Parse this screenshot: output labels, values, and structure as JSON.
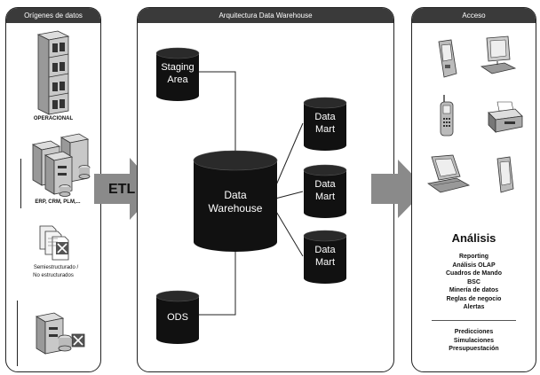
{
  "sources": {
    "title": "Orígenes de datos",
    "operacional": "OPERACIONAL",
    "erp": "ERP, CRM, PLM,...",
    "semi": "Semiestructurado  /",
    "no_struct": "No estructurados"
  },
  "etl": "ETL",
  "dw": {
    "title": "Arquitectura Data Warehouse",
    "staging_1": "Staging",
    "staging_2": "Area",
    "warehouse_1": "Data",
    "warehouse_2": "Warehouse",
    "ods": "ODS",
    "marts": [
      {
        "l1": "Data",
        "l2": "Mart"
      },
      {
        "l1": "Data",
        "l2": "Mart"
      },
      {
        "l1": "Data",
        "l2": "Mart"
      }
    ]
  },
  "access": {
    "title": "Acceso",
    "analysis_title": "Análisis",
    "analysis_items": [
      "Reporting",
      "Análisis OLAP",
      "Cuadros de Mando",
      "BSC",
      "Minería de datos",
      "Reglas de negocio",
      "Alertas"
    ],
    "predict_items": [
      "Predicciones",
      "Simulaciones",
      "Presupuestación"
    ]
  },
  "icons": [
    "server-rack-icon",
    "server-cluster-icon",
    "documents-icon",
    "server-database-icon",
    "pda-icon",
    "desktop-computer-icon",
    "mobile-phone-icon",
    "printer-icon",
    "laptop-icon",
    "tablet-icon"
  ],
  "colors": {
    "cylinder": "#111111",
    "arrow": "#8a8a8a",
    "header": "#3a3a3a"
  }
}
